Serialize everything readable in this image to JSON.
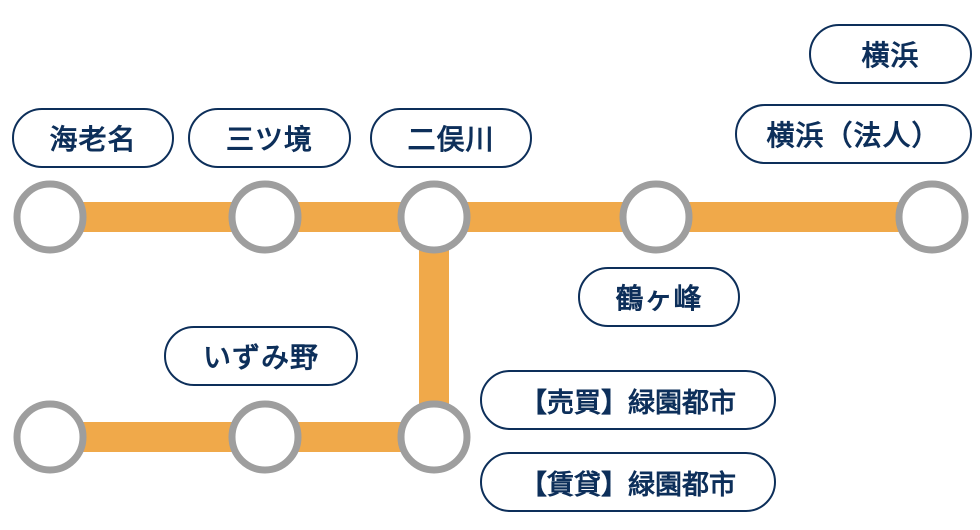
{
  "colors": {
    "line": "#f0a94a",
    "node_stroke": "#9e9e9e",
    "label_border": "#0d2f5a",
    "label_text": "#0d2f5a"
  },
  "labels": [
    "海老名",
    "三ツ境",
    "二俣川",
    "横浜",
    "横浜（法人）",
    "鶴ヶ峰",
    "いずみ野",
    "【売買】緑園都市",
    "【賃貸】緑園都市"
  ]
}
